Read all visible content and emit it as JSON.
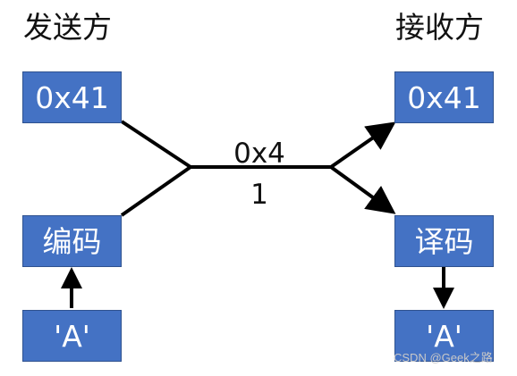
{
  "sender": {
    "title": "发送方",
    "top_box": "0x41",
    "encode_box": "编码",
    "source_box": "'A'"
  },
  "receiver": {
    "title": "接收方",
    "top_box": "0x41",
    "decode_box": "译码",
    "result_box": "'A'"
  },
  "channel": {
    "label_line1": "0x4",
    "label_line2": "1"
  },
  "watermark": "CSDN @Geek之路",
  "colors": {
    "box_fill": "#4472c4",
    "box_border": "#2f528f",
    "box_text": "#ffffff",
    "line": "#000000"
  }
}
